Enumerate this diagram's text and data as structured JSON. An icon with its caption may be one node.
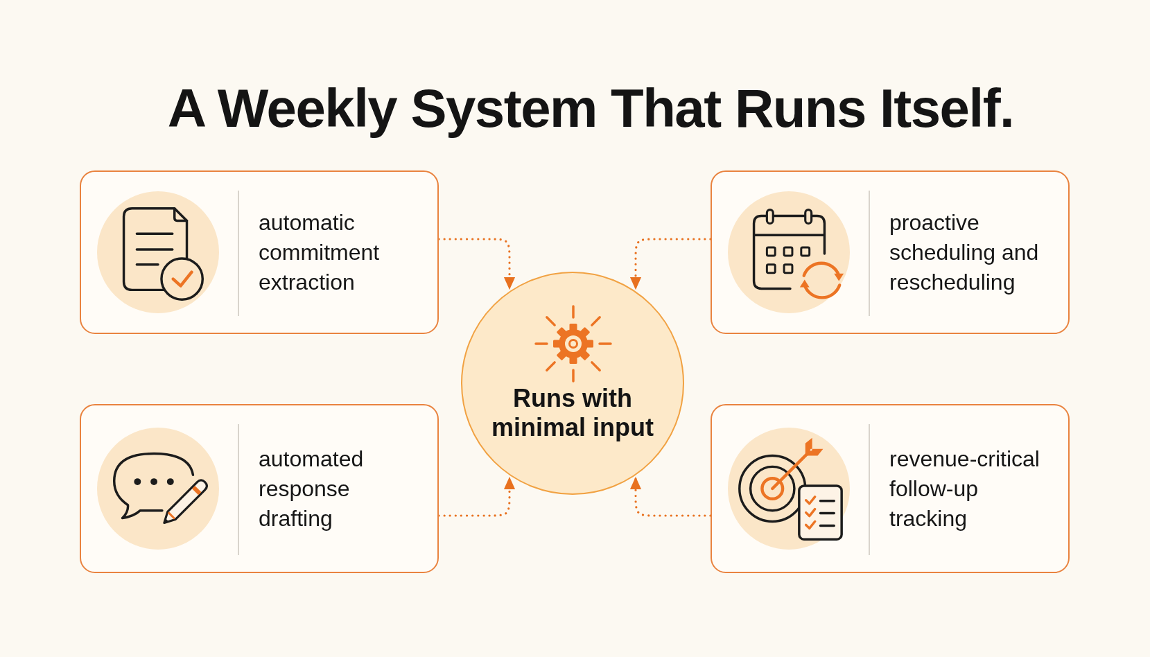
{
  "diagram": {
    "title": "A Weekly System That Runs Itself.",
    "nodes": [
      {
        "text": [
          "automatic commitment extraction"
        ]
      },
      {
        "text": [
          "proactive scheduling and rescheduling"
        ]
      },
      {
        "text": [
          "Runs with minimal input"
        ]
      },
      {
        "text": [
          "automated response drafting"
        ]
      },
      {
        "text": [
          "revenue-critical follow-up tracking"
        ]
      }
    ],
    "edges": [
      {
        "from": 0,
        "to": 2,
        "arrow": "to",
        "style": "dashed"
      },
      {
        "from": 1,
        "to": 2,
        "arrow": "to",
        "style": "dashed"
      },
      {
        "from": 3,
        "to": 2,
        "arrow": "to",
        "style": "dashed"
      },
      {
        "from": 4,
        "to": 2,
        "arrow": "to",
        "style": "dashed"
      }
    ]
  }
}
